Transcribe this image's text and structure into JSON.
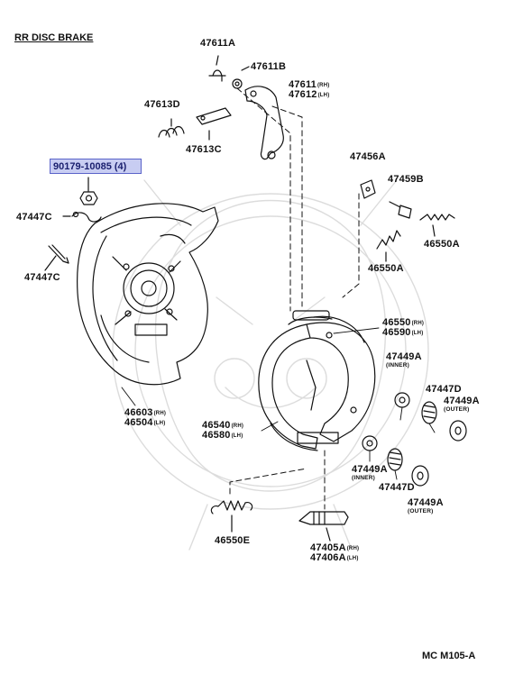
{
  "diagram": {
    "title": "RR DISC BRAKE",
    "code": "MC M105-A",
    "highlight_color": "#c8cdf2",
    "highlighted_part": "90179-10085 (4)",
    "labels": {
      "p47611A": "47611A",
      "p47611B": "47611B",
      "p47611": "47611",
      "p47612": "47612",
      "p47613D": "47613D",
      "p47613C": "47613C",
      "p47447C_1": "47447C",
      "p47447C_2": "47447C",
      "p47456A": "47456A",
      "p47459B": "47459B",
      "p46550A_1": "46550A",
      "p46550A_2": "46550A",
      "p46550": "46550",
      "p46590": "46590",
      "p47449A_1": "47449A",
      "p47449A_2": "47449A",
      "p47449A_3": "47449A",
      "p47449A_4": "47449A",
      "p47447D_1": "47447D",
      "p47447D_2": "47447D",
      "p46603": "46603",
      "p46504": "46504",
      "p46540": "46540",
      "p46580": "46580",
      "p46550E": "46550E",
      "p47405A": "47405A",
      "p47406A": "47406A",
      "rh": "(RH)",
      "lh": "(LH)",
      "inner": "(INNER)",
      "outer": "(OUTER)"
    }
  }
}
